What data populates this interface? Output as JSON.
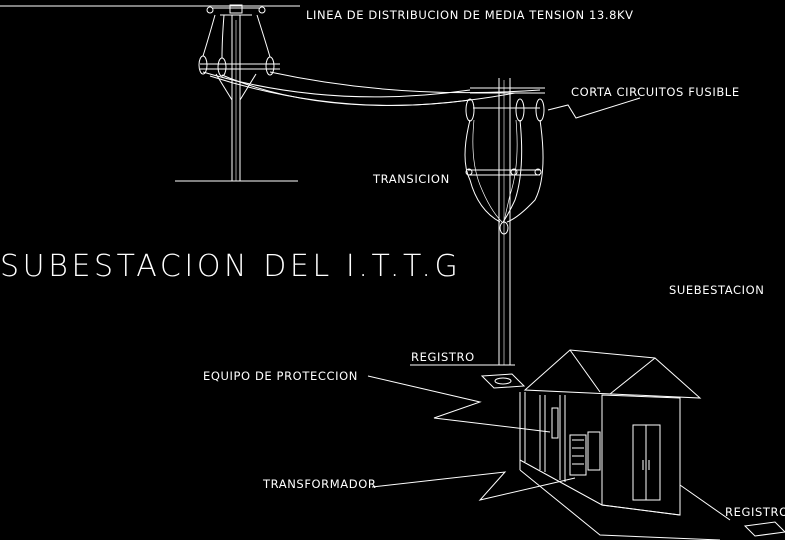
{
  "labels": {
    "line_title": "LINEA DE DISTRIBUCION DE MEDIA TENSION 13.8KV",
    "fuse_cutouts": "CORTA CIRCUITOS FUSIBLE",
    "transition": "TRANSICION",
    "main_title": "SUBESTACION DEL I.T.T.G",
    "substation": "SUEBESTACION",
    "registro_top": "REGISTRO",
    "protection_equipment": "EQUIPO DE PROTECCION",
    "transformer": "TRANSFORMADOR",
    "registro_bottom": "REGISTRO"
  },
  "colors": {
    "background": "#000000",
    "lines": "#ffffff"
  }
}
